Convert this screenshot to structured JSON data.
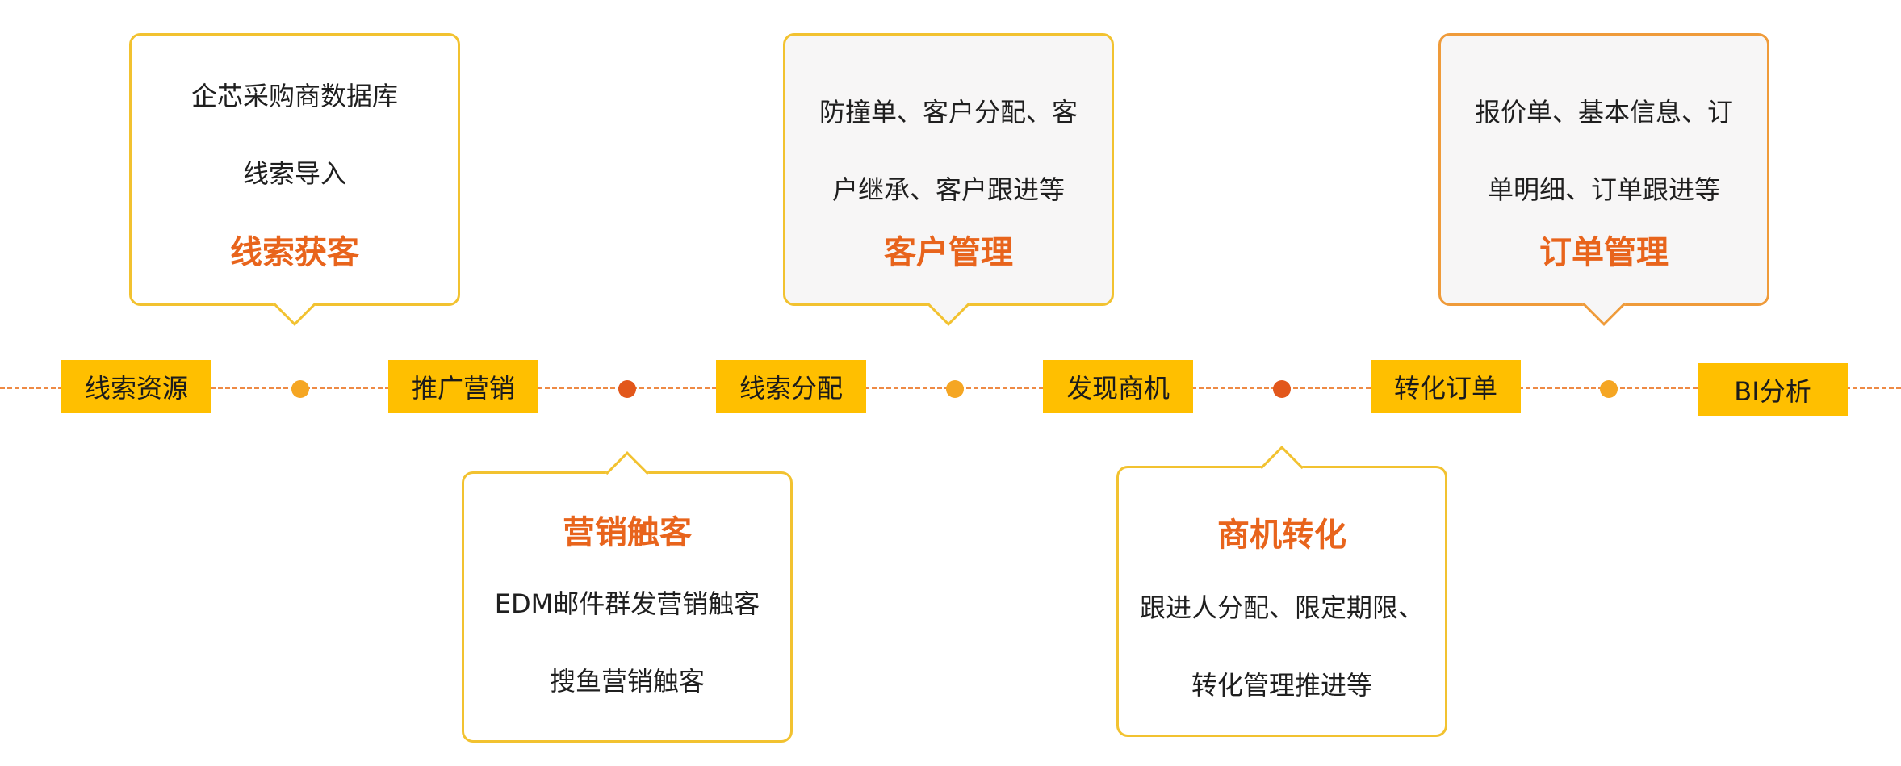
{
  "stages": [
    "线索资源",
    "推广营销",
    "线索分配",
    "发现商机",
    "转化订单",
    "BI分析"
  ],
  "callouts": {
    "lead_acquisition": {
      "lines": [
        "企芯采购商数据库",
        "线索导入"
      ],
      "title": "线索获客"
    },
    "marketing_outreach": {
      "title": "营销触客",
      "lines": [
        "EDM邮件群发营销触客",
        "搜鱼营销触客"
      ]
    },
    "customer_management": {
      "lines": [
        "防撞单、客户分配、客",
        "户继承、客户跟进等"
      ],
      "title": "客户管理"
    },
    "opportunity_conversion": {
      "title": "商机转化",
      "lines": [
        "跟进人分配、限定期限、",
        "转化管理推进等"
      ]
    },
    "order_management": {
      "lines": [
        "报价单、基本信息、订",
        "单明细、订单跟进等"
      ],
      "title": "订单管理"
    }
  },
  "colors": {
    "stage_fill": "#ffbf00",
    "title_orange": "#e8641c",
    "dot_light": "#f5a623",
    "dot_dark": "#e2571b",
    "dashed_line": "#ee8a45"
  }
}
